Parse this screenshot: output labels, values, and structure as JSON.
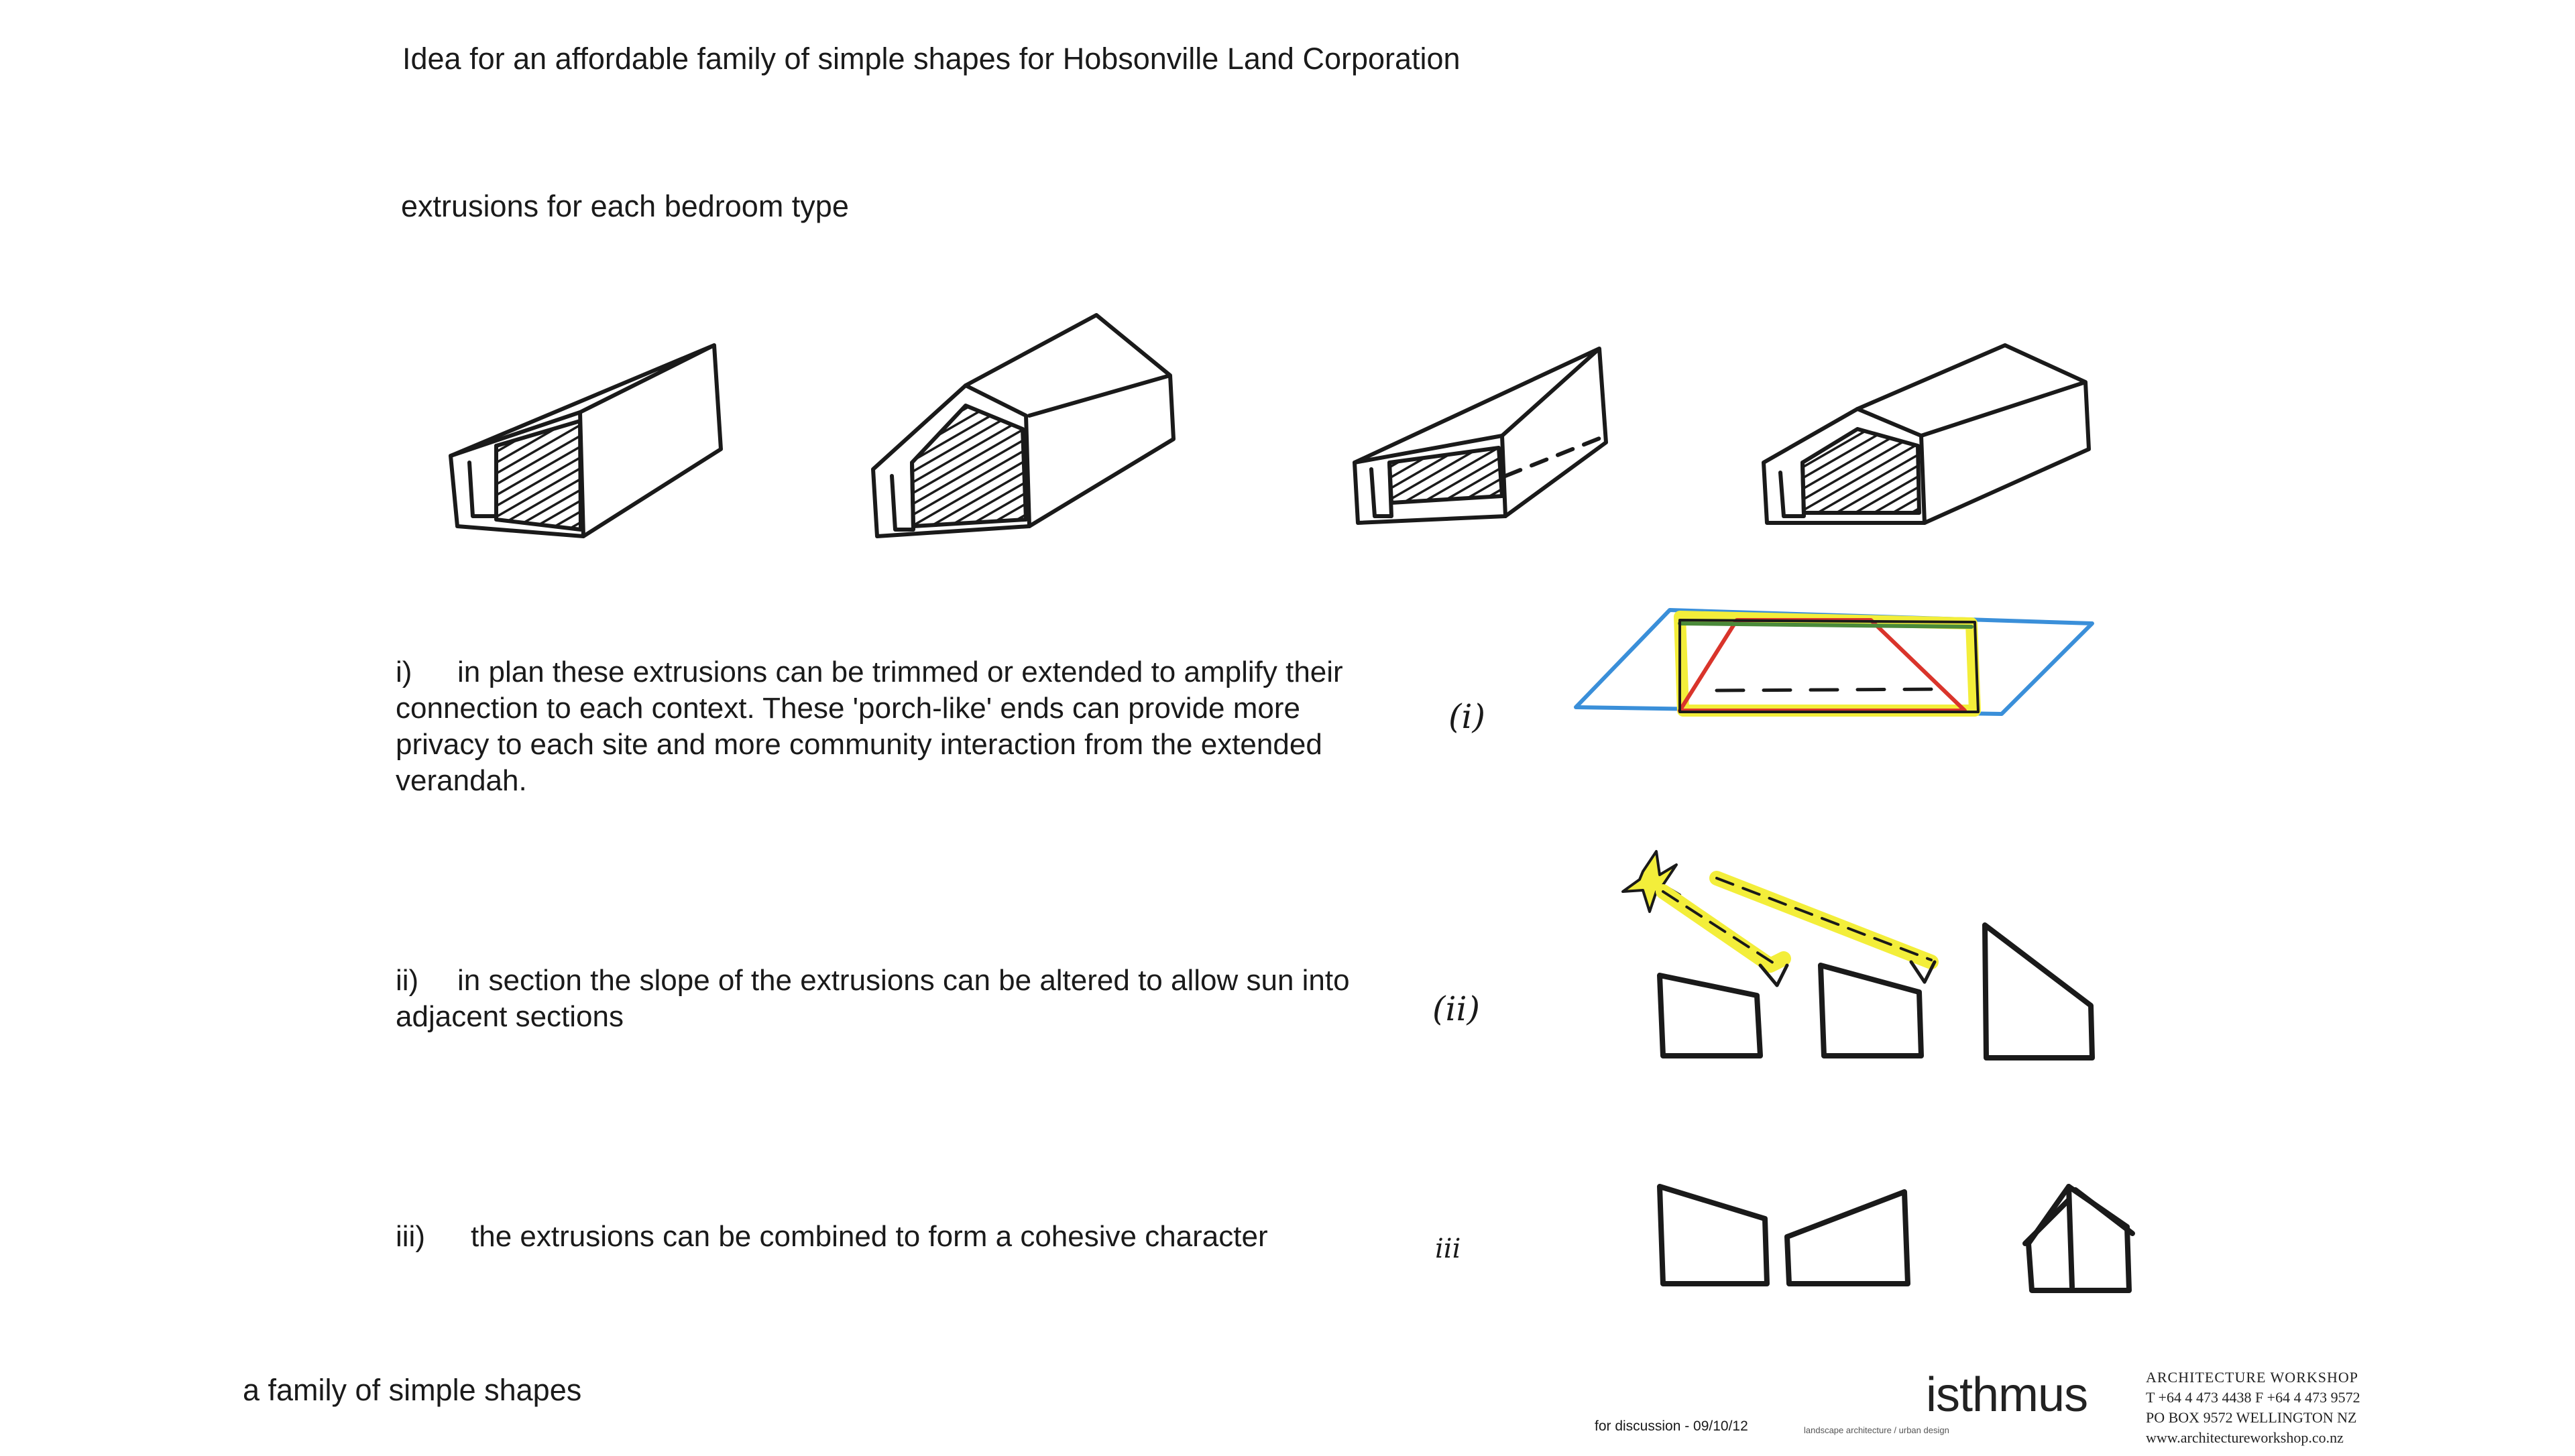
{
  "heading": "Idea for an affordable family of simple shapes for Hobsonville Land Corporation",
  "subheading": "extrusions for each bedroom type",
  "points": [
    {
      "numeral": "i)",
      "text": "in plan these extrusions can be trimmed or extended to amplify their connection to each context.  These 'porch-like' ends can provide more privacy to each site and more community interaction from the extended verandah.",
      "sketch_label": "(i)"
    },
    {
      "numeral": "ii)",
      "text": "in section the slope of the extrusions can be altered to allow sun into adjacent sections",
      "sketch_label": "(ii)"
    },
    {
      "numeral": "iii)",
      "text": "the extrusions can be combined to form a cohesive character",
      "sketch_label": "iii"
    }
  ],
  "caption": "a family of simple shapes",
  "footer": {
    "discussion": "for discussion - 09/10/12",
    "logo": "isthmus",
    "logo_tagline": "landscape architecture  /  urban design",
    "firm": {
      "name": "ARCHITECTURE WORKSHOP",
      "phone": "T +64 4 473 4438  F +64 4 473 9572",
      "address": "PO BOX 9572 WELLINGTON NZ",
      "website": "www.architectureworkshop.co.nz"
    }
  },
  "colors": {
    "ink": "#1a1a1a",
    "highlight_yellow": "#f3ee3a",
    "highlight_red": "#d9342b",
    "highlight_blue": "#3a8fd9",
    "highlight_green": "#4a8a3a"
  }
}
